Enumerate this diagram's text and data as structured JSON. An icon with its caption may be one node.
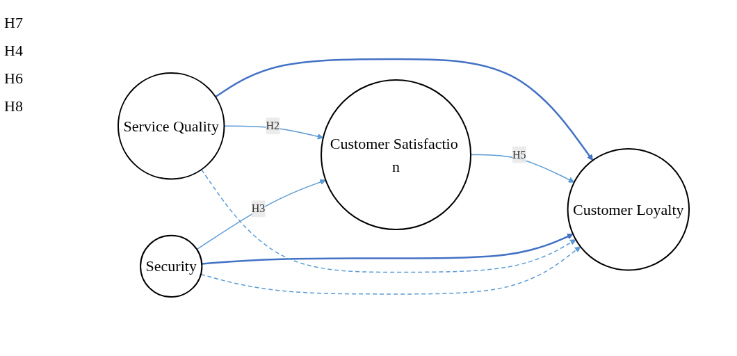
{
  "diagram": {
    "nodes": [
      {
        "text": [
          "Service Quality"
        ]
      },
      {
        "text": [
          "Security"
        ]
      },
      {
        "text": [
          "Customer Satisfactio n"
        ]
      },
      {
        "text": [
          "Customer Loyalty"
        ]
      }
    ],
    "edges": [
      {
        "from": 0,
        "to": 2,
        "arrow": "to",
        "label": "H2"
      },
      {
        "from": 1,
        "to": 2,
        "arrow": "to",
        "label": "H3"
      },
      {
        "from": 0,
        "to": 3,
        "arrow": "to",
        "color": "#4472c4"
      },
      {
        "from": 2,
        "to": 3,
        "arrow": "to",
        "label": "H5"
      },
      {
        "from": 1,
        "to": 3,
        "arrow": "to",
        "color": "#4472c4"
      },
      {
        "from": 0,
        "to": 3,
        "arrow": "to",
        "style": "dashed"
      },
      {
        "from": 1,
        "to": 3,
        "arrow": "to",
        "style": "dashed"
      }
    ],
    "labels": [
      "H7",
      "H4",
      "H6",
      "H8"
    ]
  }
}
